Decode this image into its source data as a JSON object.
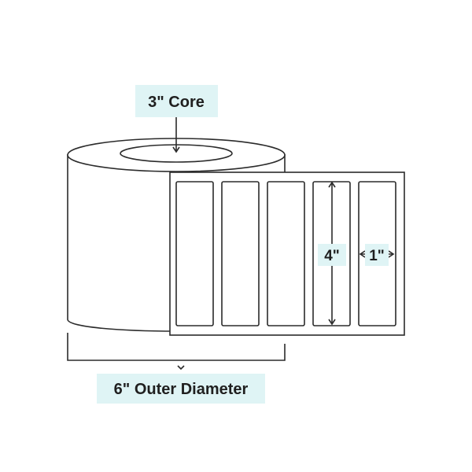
{
  "core_label": "3\" Core",
  "outer_label": "6\" Outer Diameter",
  "height_label": "4\"",
  "width_label": "1\"",
  "label_count": 5,
  "colors": {
    "callout_background": "#dff4f5",
    "line": "#2b2b2b",
    "text": "#1f1f1f"
  }
}
